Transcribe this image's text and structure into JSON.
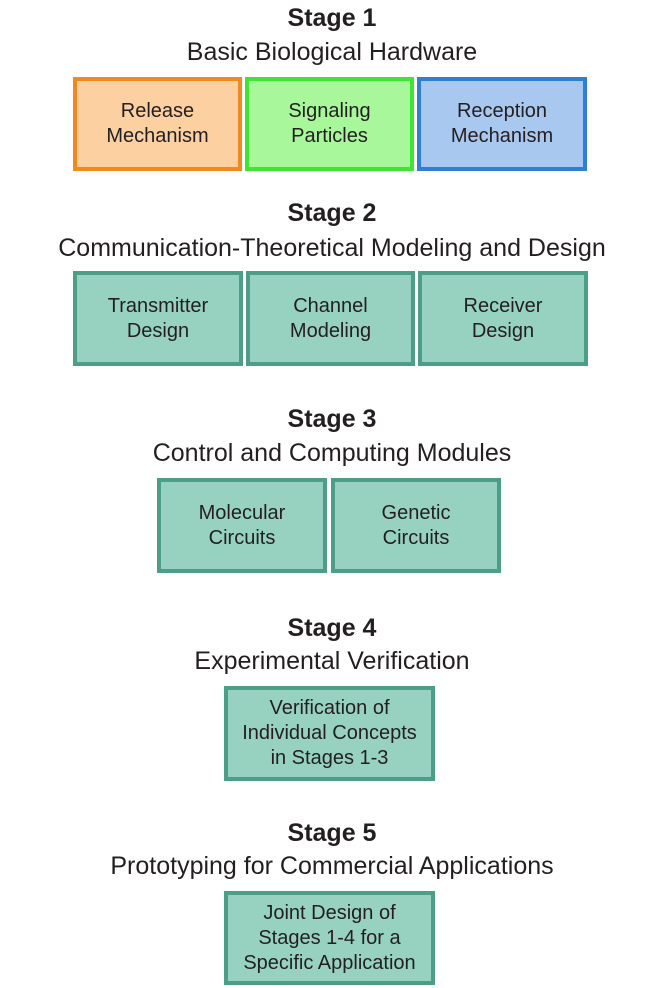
{
  "stages": [
    {
      "title": "Stage 1",
      "subtitle": "Basic Biological Hardware",
      "boxes": [
        {
          "label": "Release\nMechanism",
          "fill": "#fcd0a1",
          "border": "#f18a1c"
        },
        {
          "label": "Signaling\nParticles",
          "fill": "#a8f79a",
          "border": "#3fe533"
        },
        {
          "label": "Reception\nMechanism",
          "fill": "#a9c8f0",
          "border": "#2f7fd6"
        }
      ]
    },
    {
      "title": "Stage 2",
      "subtitle": "Communication-Theoretical Modeling and Design",
      "boxes": [
        {
          "label": "Transmitter\nDesign"
        },
        {
          "label": "Channel\nModeling"
        },
        {
          "label": "Receiver\nDesign"
        }
      ]
    },
    {
      "title": "Stage 3",
      "subtitle": "Control and Computing Modules",
      "boxes": [
        {
          "label": "Molecular\nCircuits"
        },
        {
          "label": "Genetic\nCircuits"
        }
      ]
    },
    {
      "title": "Stage 4",
      "subtitle": "Experimental Verification",
      "boxes": [
        {
          "label": "Verification of\nIndividual Concepts\nin Stages 1-3"
        }
      ]
    },
    {
      "title": "Stage 5",
      "subtitle": "Prototyping for Commercial Applications",
      "boxes": [
        {
          "label": "Joint Design of\nStages 1-4 for a\nSpecific Application"
        }
      ]
    }
  ],
  "colors": {
    "stage_box_fill": "#97d1bf",
    "stage_box_border": "#4c9e86",
    "text": "#231f20"
  }
}
